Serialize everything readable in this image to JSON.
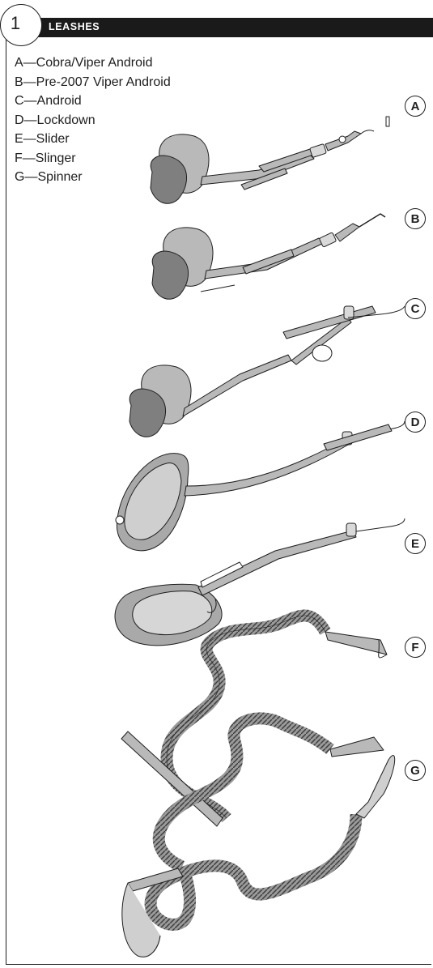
{
  "header": {
    "section_number": "1",
    "title": "LEASHES"
  },
  "legend": [
    "A—Cobra/Viper Android",
    "B—Pre-2007 Viper Android",
    "C—Android",
    "D—Lockdown",
    "E—Slider",
    "F—Slinger",
    "G—Spinner"
  ],
  "figures": [
    {
      "letter": "A",
      "icon": "cobra-viper-android-leash-illustration"
    },
    {
      "letter": "B",
      "icon": "pre-2007-viper-android-leash-illustration"
    },
    {
      "letter": "C",
      "icon": "android-leash-illustration"
    },
    {
      "letter": "D",
      "icon": "lockdown-leash-illustration"
    },
    {
      "letter": "E",
      "icon": "slider-leash-illustration"
    },
    {
      "letter": "F",
      "icon": "slinger-coil-leash-illustration"
    },
    {
      "letter": "G",
      "icon": "spinner-coil-leash-illustration"
    }
  ],
  "colors": {
    "ink": "#1e1e1e",
    "strap_fill": "#b9b9b9",
    "header_bg": "#1a1a1a"
  }
}
